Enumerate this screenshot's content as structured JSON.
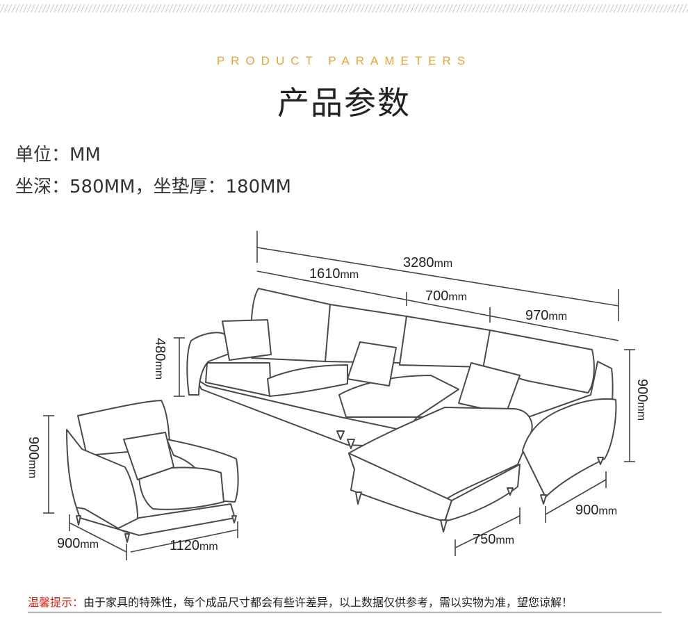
{
  "header": {
    "en_title": "PRODUCT PARAMETERS",
    "cn_title": "产品参数"
  },
  "specs": {
    "unit_line": "单位：MM",
    "seat_line": "坐深：580MM，坐垫厚：180MM"
  },
  "dimensions": {
    "total_width": {
      "value": "3280",
      "unit": "mm"
    },
    "left_section": {
      "value": "1610",
      "unit": "mm"
    },
    "middle_section": {
      "value": "700",
      "unit": "mm"
    },
    "right_section": {
      "value": "970",
      "unit": "mm"
    },
    "arm_height": {
      "value": "480",
      "unit": "mm"
    },
    "sofa_height": {
      "value": "900",
      "unit": "mm"
    },
    "chaise_depth": {
      "value": "900",
      "unit": "mm"
    },
    "chaise_width": {
      "value": "750",
      "unit": "mm"
    },
    "chair_height": {
      "value": "900",
      "unit": "mm"
    },
    "chair_depth": {
      "value": "900",
      "unit": "mm"
    },
    "chair_width": {
      "value": "1120",
      "unit": "mm"
    }
  },
  "footer": {
    "lead": "温馨提示：",
    "text": "由于家具的特殊性，每个成品尺寸都会有些许差异，以上数据仅供参考，需以实物为准，望您谅解！"
  }
}
